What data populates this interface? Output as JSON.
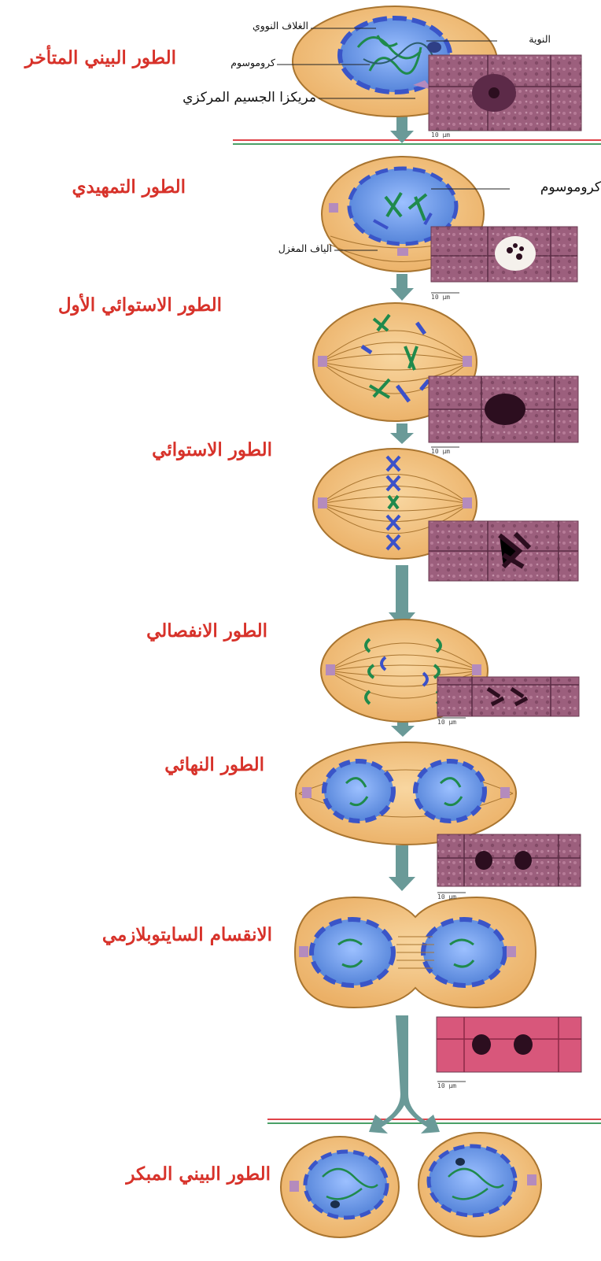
{
  "stages": [
    {
      "key": "late-interphase",
      "title": "الطور البيني المتأخر"
    },
    {
      "key": "prophase",
      "title": "الطور التمهيدي"
    },
    {
      "key": "prometaphase",
      "title": "الطور الاستوائي الأول"
    },
    {
      "key": "metaphase",
      "title": "الطور الاستوائي"
    },
    {
      "key": "anaphase",
      "title": "الطور الانفصالي"
    },
    {
      "key": "telophase",
      "title": "الطور النهائي"
    },
    {
      "key": "cytokinesis",
      "title": "الانقسام السايتوبلازمي"
    },
    {
      "key": "early-interphase",
      "title": "الطور البيني المبكر"
    }
  ],
  "annotations": {
    "nuclear_envelope": "الغلاف النووي",
    "nucleolus": "النوية",
    "chromosome": "كروموسوم",
    "centrosome": "مريكزا الجسيم المركزي",
    "chromosome_prophase": "كروموسوم",
    "spindle_fibers": "الياف المغزل"
  },
  "micrograph_scale_labels": [
    "10 µm",
    "10 µm",
    "10 µm",
    "10 µm",
    "10 µm",
    "10 µm"
  ],
  "colors": {
    "title": "#d7322a",
    "cytoplasm": "#f2c07c",
    "cell_edge": "#a97530",
    "nucleus": "#6f9be0",
    "envelope": "#3a55c8",
    "chromosome_green": "#1f8a4c",
    "chromosome_blue": "#3b51c9",
    "centrosome": "#b48bbd",
    "arrow": "#6a9a98",
    "divider_red": "#e0434a",
    "divider_green": "#4aa067"
  }
}
